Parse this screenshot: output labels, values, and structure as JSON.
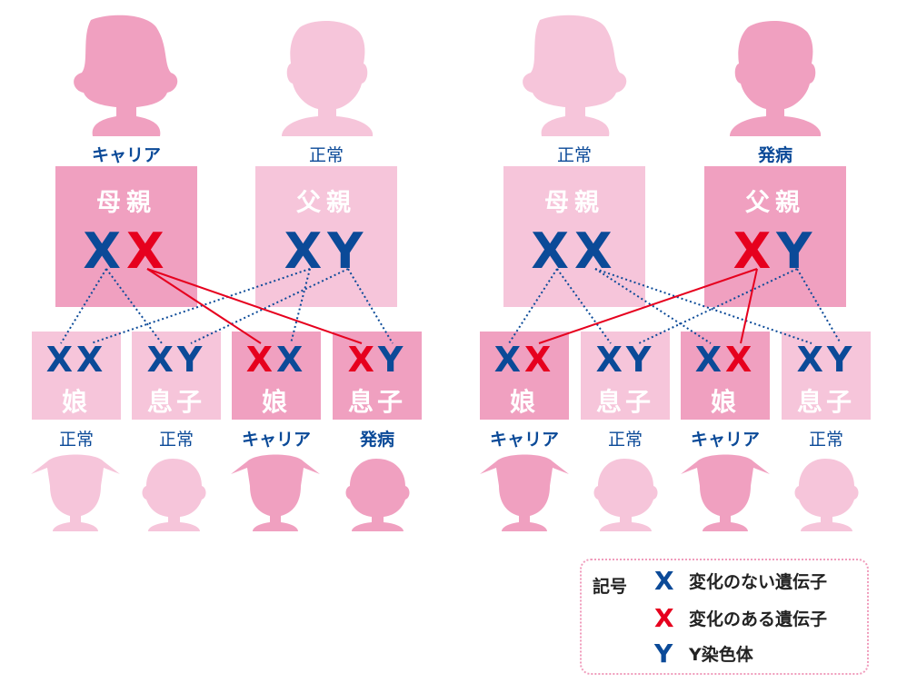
{
  "colors": {
    "normal_gene": "#0b4a98",
    "mutated_gene": "#e6001e",
    "affected_box": "#f0a0c0",
    "unaffected_box": "#f6c5da",
    "legend_border": "#f09cbc"
  },
  "left_family": {
    "mother": {
      "status": "キャリア",
      "role": "母親",
      "chromosomes": [
        "X",
        "X"
      ],
      "colors": [
        "blue",
        "red"
      ]
    },
    "father": {
      "status": "正常",
      "role": "父親",
      "chromosomes": [
        "X",
        "Y"
      ],
      "colors": [
        "blue",
        "blue"
      ]
    },
    "children": [
      {
        "role": "娘",
        "chromosomes": [
          "X",
          "X"
        ],
        "status": "正常"
      },
      {
        "role": "息子",
        "chromosomes": [
          "X",
          "Y"
        ],
        "status": "正常"
      },
      {
        "role": "娘",
        "chromosomes": [
          "X",
          "X"
        ],
        "status": "キャリア"
      },
      {
        "role": "息子",
        "chromosomes": [
          "X",
          "Y"
        ],
        "status": "発病"
      }
    ]
  },
  "right_family": {
    "mother": {
      "status": "正常",
      "role": "母親",
      "chromosomes": [
        "X",
        "X"
      ],
      "colors": [
        "blue",
        "blue"
      ]
    },
    "father": {
      "status": "発病",
      "role": "父親",
      "chromosomes": [
        "X",
        "Y"
      ],
      "colors": [
        "red",
        "blue"
      ]
    },
    "children": [
      {
        "role": "娘",
        "chromosomes": [
          "X",
          "X"
        ],
        "status": "キャリア"
      },
      {
        "role": "息子",
        "chromosomes": [
          "X",
          "Y"
        ],
        "status": "正常"
      },
      {
        "role": "娘",
        "chromosomes": [
          "X",
          "X"
        ],
        "status": "キャリア"
      },
      {
        "role": "息子",
        "chromosomes": [
          "X",
          "Y"
        ],
        "status": "正常"
      }
    ]
  },
  "legend": {
    "title": "記号",
    "items": [
      {
        "symbol": "X",
        "color": "blue",
        "label": "変化のない遺伝子"
      },
      {
        "symbol": "X",
        "color": "red",
        "label": "変化のある遺伝子"
      },
      {
        "symbol": "Y",
        "color": "blue",
        "label": "Y染色体"
      }
    ]
  }
}
